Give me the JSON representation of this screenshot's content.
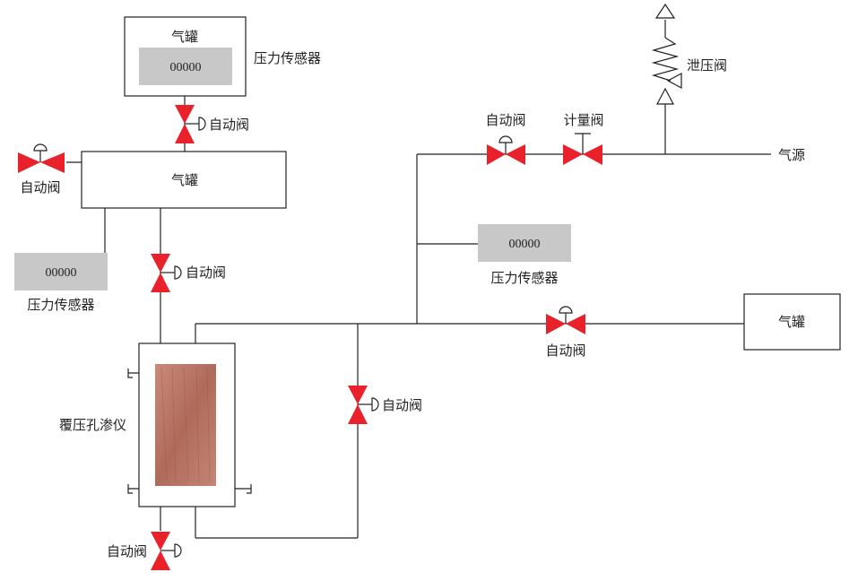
{
  "tank_top": {
    "label": "气罐",
    "reading": "00000"
  },
  "tank_middle": {
    "label": "气罐"
  },
  "tank_right": {
    "label": "气罐"
  },
  "sensors": {
    "top": {
      "label": "压力传感器"
    },
    "left": {
      "label": "压力传感器",
      "reading": "00000"
    },
    "center": {
      "label": "压力传感器",
      "reading": "00000"
    }
  },
  "valves": {
    "auto_label": "自动阀",
    "metering_label": "计量阀",
    "relief_label": "泄压阀"
  },
  "gas_source": "气源",
  "porosimeter": "覆压孔渗仪",
  "colors": {
    "valve": "#e8212a",
    "display": "#c8c8c8",
    "core": "#b87464",
    "line": "#222222"
  }
}
